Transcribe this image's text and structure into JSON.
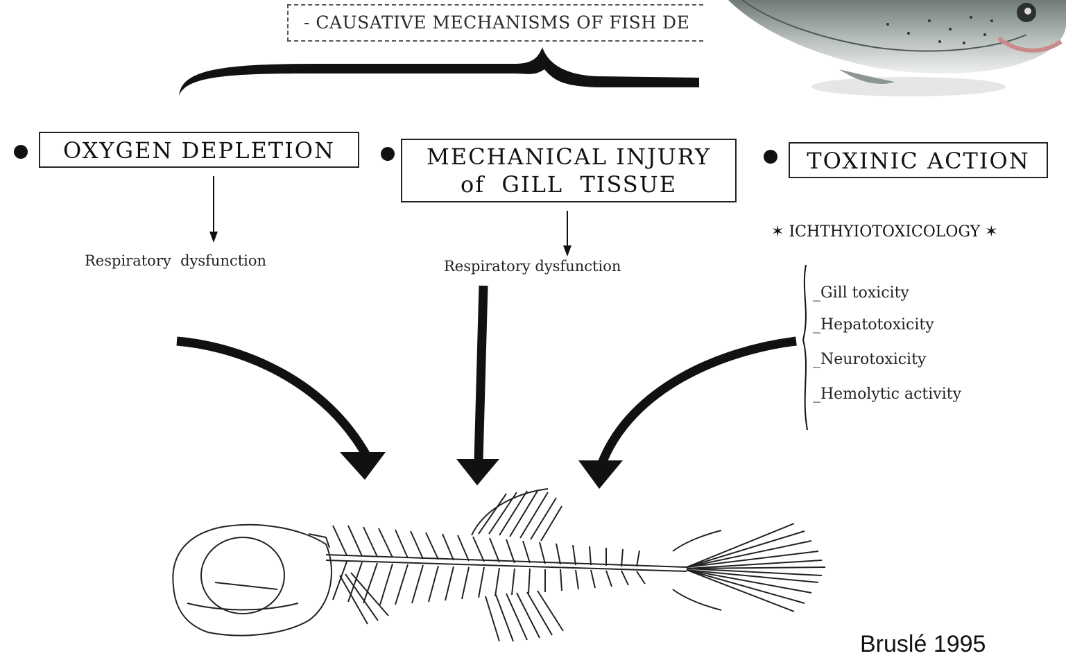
{
  "title": "- CAUSATIVE MECHANISMS OF FISH DE",
  "causes": [
    {
      "label_line1": "OXYGEN DEPLETION",
      "label_line2": ""
    },
    {
      "label_line1": "MECHANICAL INJURY",
      "label_line2": "of  GILL  TISSUE"
    },
    {
      "label_line1": "TOXINIC ACTION",
      "label_line2": ""
    }
  ],
  "effects": {
    "oxygen": "Respiratory  dysfunction",
    "mechanical": "Respiratory dysfunction"
  },
  "toxicology": {
    "heading": "ICHTHYIOTOXICOLOGY",
    "items": [
      "Gill toxicity",
      "Hepatotoxicity",
      "Neurotoxicity",
      "Hemolytic activity"
    ]
  },
  "citation": "Bruslé 1995",
  "icons": [
    "salmon-photo",
    "fish-skeleton-illustration",
    "star-icon",
    "bullet-icon"
  ]
}
